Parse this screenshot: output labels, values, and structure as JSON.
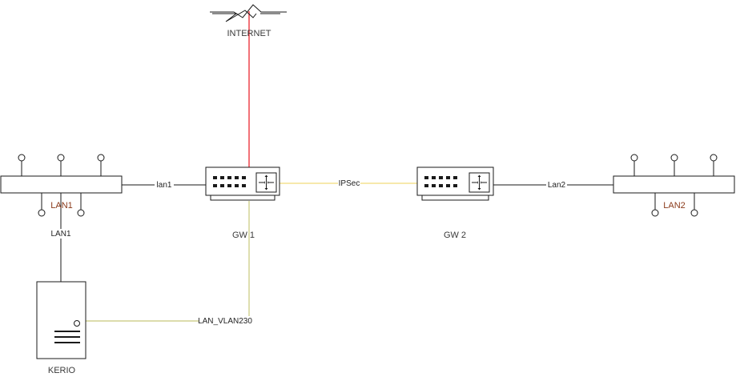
{
  "nodes": {
    "internet": "INTERNET",
    "gw1": "GW 1",
    "gw2": "GW 2",
    "lan1_hub": "LAN1",
    "lan2_hub": "LAN2",
    "kerio": "KERIO"
  },
  "links": {
    "lan1": "lan1",
    "ipsec": "IPSec",
    "lan2": "Lan2",
    "lan1_vertical": "LAN1",
    "lan_vlan230": "LAN_VLAN230"
  },
  "colors": {
    "internet_link": "#e8141e",
    "ipsec_link": "#f2dc7a",
    "vlan_link": "#c8c87a",
    "ethernet_link": "#1a1a1a",
    "node_label": "#3a3a3a",
    "hub_label": "#8a3a1a"
  }
}
